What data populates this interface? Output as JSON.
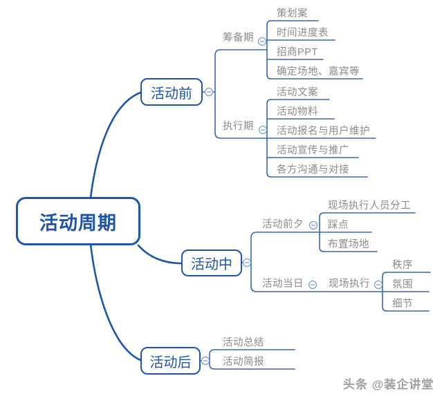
{
  "mindmap": {
    "root": {
      "label": "活动周期"
    },
    "branches": [
      {
        "label": "活动前",
        "groups": [
          {
            "label": "筹备期",
            "items": [
              "策划案",
              "时间进度表",
              "招商PPT",
              "确定场地、嘉宾等"
            ]
          },
          {
            "label": "执行期",
            "items": [
              "活动文案",
              "活动物料",
              "活动报名与用户维护",
              "活动宣传与推广",
              "各方沟通与对接"
            ]
          }
        ]
      },
      {
        "label": "活动中",
        "groups": [
          {
            "label": "活动前夕",
            "items": [
              "现场执行人员分工",
              "踩点",
              "布置场地"
            ]
          },
          {
            "label": "活动当日",
            "groups": [
              {
                "label": "现场执行",
                "items": [
                  "秩序",
                  "氛围",
                  "细节"
                ]
              }
            ]
          }
        ]
      },
      {
        "label": "活动后",
        "items": [
          "活动总结",
          "活动简报"
        ]
      }
    ],
    "collapse_icon": "minus-in-circle"
  },
  "watermark": {
    "text": "头条 @装企讲堂"
  },
  "colors": {
    "node_border_blue": "#1c54ae",
    "connector_blue": "#3465b8",
    "collapse_circle_blue": "#7c9fd6",
    "label_gray": "#8b8b8b",
    "watermark_gray": "#9e9e9e",
    "background": "#ffffff"
  }
}
